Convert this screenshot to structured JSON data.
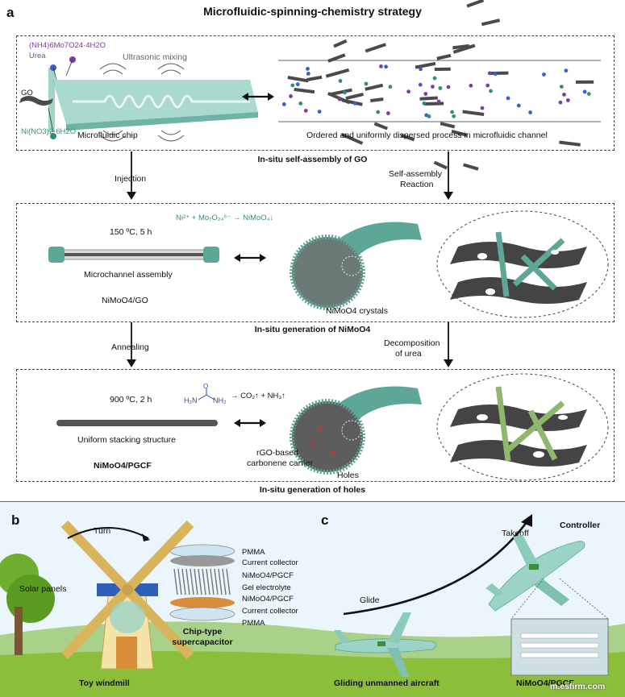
{
  "panel_a": {
    "letter": "a",
    "title": "Microfluidic-spinning-chemistry strategy",
    "stage1": {
      "reagent_molybdate": "(NH4)6Mo7O24·4H2O",
      "reagent_urea": "Urea",
      "reagent_go": "GO",
      "reagent_nickel": "Ni(NO3)2·6H2O",
      "ultrasonic": "Ultrasonic mixing",
      "chip": "Microfluidic chip",
      "dispersed": "Ordered and uniformly dispersed process  in microfluidic channel",
      "caption": "In-situ self-assembly of GO"
    },
    "arrows": {
      "injection": "Injection",
      "self_assembly": "Self-assembly",
      "reaction": "Reaction",
      "annealing": "Annealing",
      "decomposition": "Decomposition",
      "of_urea": "of urea"
    },
    "stage2": {
      "condition": "150 ºC, 5 h",
      "reaction_eq": "Ni²⁺ + Mo₇O₂₄⁶⁻ → NiMoO₄↓",
      "assembly": "Microchannel assembly",
      "product": "NiMoO4/GO",
      "crystals": "NiMoO4 crystals",
      "caption": "In-situ generation of NiMoO4"
    },
    "stage3": {
      "condition": "900 ºC, 2 h",
      "urea_eq": "→ CO₂↑ + NH₃↑",
      "uniform": "Uniform stacking structure",
      "product": "NiMoO4/PGCF",
      "carrier1": "rGO-based",
      "carrier2": "carbonene carrier",
      "holes": "Holes",
      "caption": "In-situ generation of holes"
    }
  },
  "panel_b": {
    "letter": "b",
    "turn": "Turn",
    "solar": "Solar panels",
    "layers": [
      "PMMA",
      "Current collector",
      "NiMoO4/PGCF",
      "Gel electrolyte",
      "NiMoO4/PGCF",
      "Current collector",
      "PMMA"
    ],
    "chip_type1": "Chip-type",
    "chip_type2": "supercapacitor",
    "caption": "Toy windmill"
  },
  "panel_c": {
    "letter": "c",
    "takeoff": "Takeoff",
    "controller": "Controller",
    "glide": "Glide",
    "caption": "Gliding unmanned aircraft",
    "device_caption": "NiMoO4/PGCF"
  },
  "watermark": "m.esfirm.com",
  "colors": {
    "teal": "#7fc9b8",
    "chip": "#9bd3c7",
    "purple": "#7a3fa0",
    "blue": "#3a5fc8",
    "green_reagent": "#2f8f7a",
    "graphene": "#4a4a4a",
    "sky": "#eaf6fb",
    "grass": "#8bbf3a"
  }
}
